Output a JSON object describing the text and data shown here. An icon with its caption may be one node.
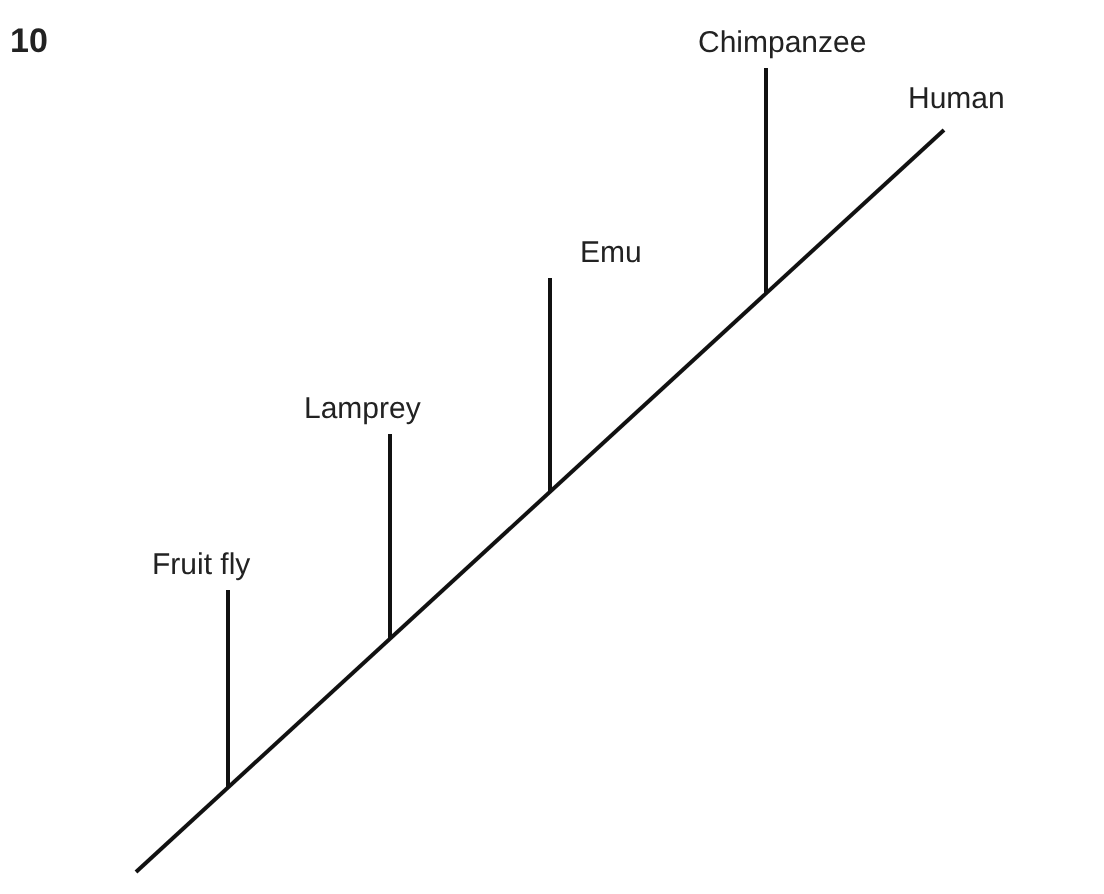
{
  "diagram": {
    "nodes": [
      {
        "text": [
          "Fruit fly"
        ]
      },
      {
        "text": [
          "Lamprey"
        ]
      },
      {
        "text": [
          "Emu"
        ]
      },
      {
        "text": [
          "Chimpanzee"
        ]
      },
      {
        "text": [
          "Human"
        ]
      }
    ],
    "edges": [
      {
        "from": null,
        "to": 4,
        "arrow": "none"
      },
      {
        "from": null,
        "to": 0,
        "arrow": "none"
      },
      {
        "from": null,
        "to": 1,
        "arrow": "none"
      },
      {
        "from": null,
        "to": 2,
        "arrow": "none"
      },
      {
        "from": null,
        "to": 3,
        "arrow": "none"
      }
    ],
    "labels": [
      "10"
    ]
  }
}
